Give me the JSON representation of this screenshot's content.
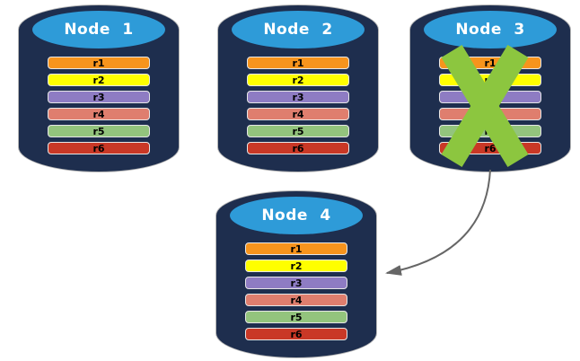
{
  "diagram": {
    "palette": {
      "background": "#FFFFFF",
      "cylinder_body": "#1E2E4E",
      "cylinder_cap": "#2E9BD8",
      "cylinder_outline": "#B5B5B5",
      "row_border": "#E6E6E6",
      "x_mark": "#8CC63F",
      "arrow": "#666666"
    },
    "nodes": [
      {
        "id": "node-1",
        "label": "Node 1",
        "failed": false,
        "rows": [
          {
            "label": "r1",
            "color": "#F7941D"
          },
          {
            "label": "r2",
            "color": "#FFFF00"
          },
          {
            "label": "r3",
            "color": "#8E7CC3"
          },
          {
            "label": "r4",
            "color": "#DF7E6E"
          },
          {
            "label": "r5",
            "color": "#93C47D"
          },
          {
            "label": "r6",
            "color": "#C93826"
          }
        ]
      },
      {
        "id": "node-2",
        "label": "Node 2",
        "failed": false,
        "rows": [
          {
            "label": "r1",
            "color": "#F7941D"
          },
          {
            "label": "r2",
            "color": "#FFFF00"
          },
          {
            "label": "r3",
            "color": "#8E7CC3"
          },
          {
            "label": "r4",
            "color": "#DF7E6E"
          },
          {
            "label": "r5",
            "color": "#93C47D"
          },
          {
            "label": "r6",
            "color": "#C93826"
          }
        ]
      },
      {
        "id": "node-3",
        "label": "Node 3",
        "failed": true,
        "rows": [
          {
            "label": "r1",
            "color": "#F7941D"
          },
          {
            "label": "r2",
            "color": "#FFFF00"
          },
          {
            "label": "r3",
            "color": "#8E7CC3"
          },
          {
            "label": "r4",
            "color": "#DF7E6E"
          },
          {
            "label": "r5",
            "color": "#93C47D"
          },
          {
            "label": "r6",
            "color": "#C93826"
          }
        ]
      },
      {
        "id": "node-4",
        "label": "Node 4",
        "failed": false,
        "rows": [
          {
            "label": "r1",
            "color": "#F7941D"
          },
          {
            "label": "r2",
            "color": "#FFFF00"
          },
          {
            "label": "r3",
            "color": "#8E7CC3"
          },
          {
            "label": "r4",
            "color": "#DF7E6E"
          },
          {
            "label": "r5",
            "color": "#93C47D"
          },
          {
            "label": "r6",
            "color": "#C93826"
          }
        ]
      }
    ],
    "failure_marker": {
      "node": "node-3",
      "symbol": "X",
      "color": "#8CC63F"
    },
    "arrow": {
      "from": "node-3",
      "to": "node-4",
      "color": "#666666"
    }
  }
}
